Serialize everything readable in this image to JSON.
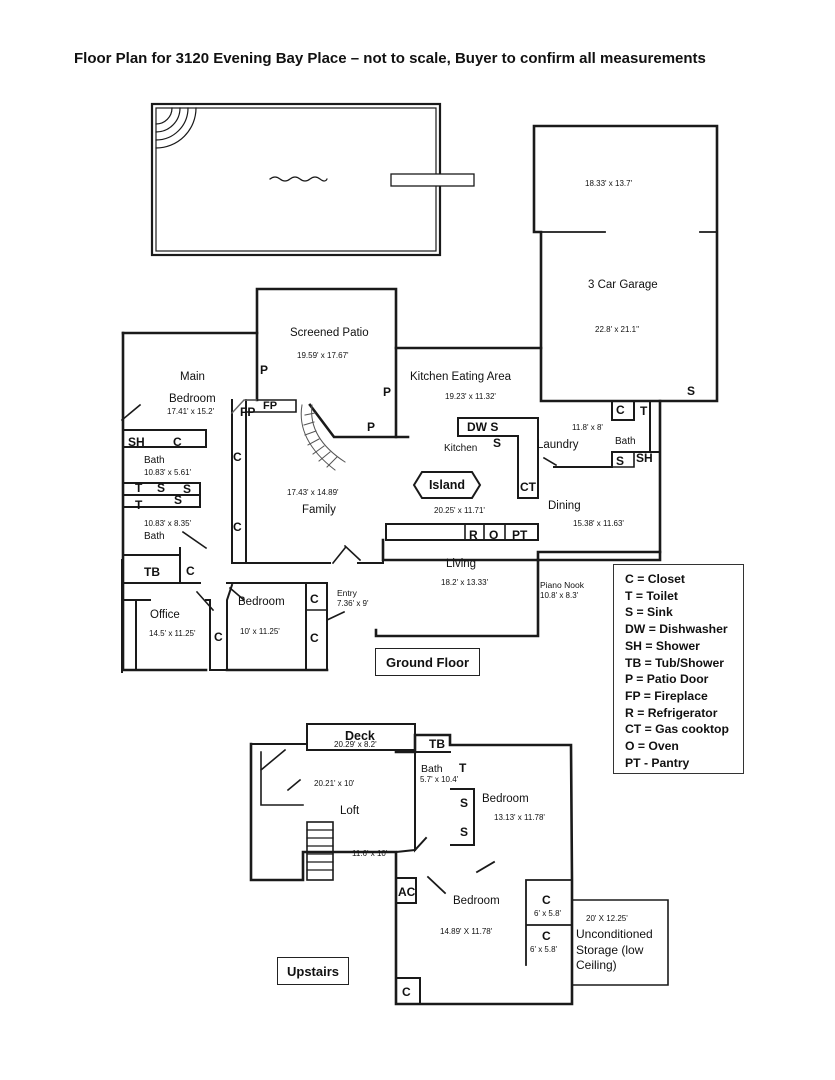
{
  "title": "Floor Plan for 3120 Evening Bay Place – not to scale, Buyer to confirm all measurements",
  "floors": {
    "ground": "Ground Floor",
    "upstairs": "Upstairs"
  },
  "ground": {
    "garage_upper_dim": "18.33' x 13.7'",
    "garage_name": "3 Car Garage",
    "garage_dim": "22.8' x 21.1''",
    "screened_patio_name": "Screened Patio",
    "screened_patio_dim": "19.59' x 17.67'",
    "kitchen_eating_name": "Kitchen Eating Area",
    "kitchen_eating_dim": "19.23' x 11.32'",
    "main_name": "Main",
    "main_bedroom_name": "Bedroom",
    "main_bedroom_dim": "17.41' x 15.2'",
    "bath1_name": "Bath",
    "bath1_dim": "10.83' x 5.61'",
    "bath2_dim": "10.83' x 8.35'",
    "bath2_name": "Bath",
    "family_dim": "17.43' x 14.89'",
    "family_name": "Family",
    "kitchen_name": "Kitchen",
    "laundry_name": "Laundry",
    "laundry_dim": "11.8' x 8'",
    "bath3_name": "Bath",
    "island_name": "Island",
    "kitchen_dim": "20.25' x 11.71'",
    "dining_name": "Dining",
    "dining_dim": "15.38' x 11.63'",
    "living_name": "Living",
    "living_dim": "18.2' x 13.33'",
    "piano_name": "Piano Nook",
    "piano_dim": "10.8' x 8.3'",
    "office_name": "Office",
    "office_dim": "14.5' x 11.25'",
    "bedroom_name": "Bedroom",
    "bedroom_dim": "10' x 11.25'",
    "entry_name": "Entry",
    "entry_dim": "7.36' x 9'"
  },
  "upstairs": {
    "deck_name": "Deck",
    "deck_dim": "20.29' x 8.2'",
    "loft_top_dim": "20.21' x 10'",
    "loft_name": "Loft",
    "loft_dim": "11.6' x 10'",
    "bath_name": "Bath",
    "bath_dim": "5.7' x 10.4'",
    "bedroom1_name": "Bedroom",
    "bedroom1_dim": "13.13' x 11.78'",
    "bedroom2_name": "Bedroom",
    "bedroom2_dim": "14.89' X 11.78'",
    "closet1_dim": "6' x 5.8'",
    "closet2_dim": "6' x 5.8'",
    "storage_dim": "20' X 12.25'",
    "storage_name": "Unconditioned Storage (low Ceiling)"
  },
  "symbols": {
    "C": "C",
    "T": "T",
    "S": "S",
    "SH": "SH",
    "TB": "TB",
    "P": "P",
    "FP": "FP",
    "DW_S": "DW S",
    "CT": "CT",
    "R": "R",
    "O": "O",
    "PT": "PT",
    "AC": "AC"
  },
  "legend": [
    "C = Closet",
    "T = Toilet",
    "S = Sink",
    "DW = Dishwasher",
    "SH = Shower",
    "TB = Tub/Shower",
    "P = Patio Door",
    "FP = Fireplace",
    "R = Refrigerator",
    "CT = Gas cooktop",
    "O = Oven",
    "PT - Pantry"
  ]
}
